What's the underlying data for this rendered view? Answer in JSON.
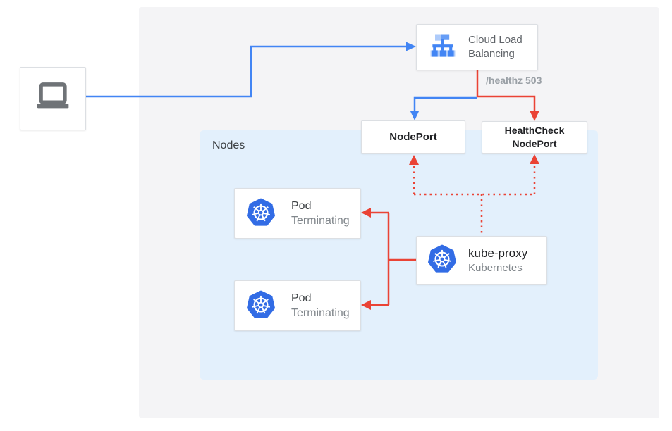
{
  "nodes_panel": {
    "label": "Nodes"
  },
  "client_device": {
    "icon": "laptop-icon"
  },
  "load_balancer": {
    "label": "Cloud Load Balancing",
    "icon": "cloud-load-balancing-icon"
  },
  "health_check_annotation": "/healthz 503",
  "node_port": {
    "label": "NodePort"
  },
  "health_check_node_port": {
    "label": "HealthCheck NodePort"
  },
  "pods": [
    {
      "name": "Pod",
      "status": "Terminating",
      "icon": "kubernetes-icon"
    },
    {
      "name": "Pod",
      "status": "Terminating",
      "icon": "kubernetes-icon"
    }
  ],
  "kube_proxy": {
    "name": "kube-proxy",
    "subtitle": "Kubernetes",
    "icon": "kubernetes-icon"
  },
  "colors": {
    "traffic_blue": "#4285f4",
    "traffic_red": "#ea4335",
    "nodes_panel_bg": "#e3f0fc",
    "canvas_bg": "#f4f4f6",
    "kubernetes_blue": "#326ce5",
    "lb_icon_dark": "#4285f4",
    "lb_icon_medium": "#669df6",
    "lb_icon_light": "#aecbfa"
  }
}
